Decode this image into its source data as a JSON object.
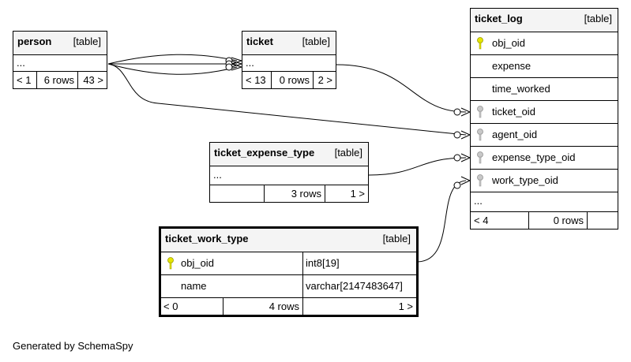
{
  "tables": {
    "person": {
      "name": "person",
      "kind": "[table]",
      "ellipsis": "...",
      "footer": [
        "< 1",
        "6 rows",
        "43 >"
      ]
    },
    "ticket": {
      "name": "ticket",
      "kind": "[table]",
      "ellipsis": "...",
      "footer": [
        "< 13",
        "0 rows",
        "2 >"
      ]
    },
    "ticket_log": {
      "name": "ticket_log",
      "kind": "[table]",
      "columns": [
        "obj_oid",
        "expense",
        "time_worked",
        "ticket_oid",
        "agent_oid",
        "expense_type_oid",
        "work_type_oid"
      ],
      "ellipsis": "...",
      "footer": [
        "< 4",
        "0 rows",
        ""
      ]
    },
    "ticket_expense_type": {
      "name": "ticket_expense_type",
      "kind": "[table]",
      "ellipsis": "...",
      "footer": [
        "",
        "3 rows",
        "1 >"
      ]
    },
    "ticket_work_type": {
      "name": "ticket_work_type",
      "kind": "[table]",
      "columns": [
        {
          "name": "obj_oid",
          "type": "int8[19]"
        },
        {
          "name": "name",
          "type": "varchar[2147483647]"
        }
      ],
      "footer": [
        "< 0",
        "4 rows",
        "1 >"
      ]
    }
  },
  "colors": {
    "header_bg": "#f4f4f4",
    "primary_key": "#e6e600",
    "foreign_key": "#b0b0b0",
    "line": "#000000"
  },
  "icons": {
    "primary_key": "key-icon-yellow",
    "foreign_key": "key-icon-gray"
  },
  "generated_by": "Generated by SchemaSpy"
}
